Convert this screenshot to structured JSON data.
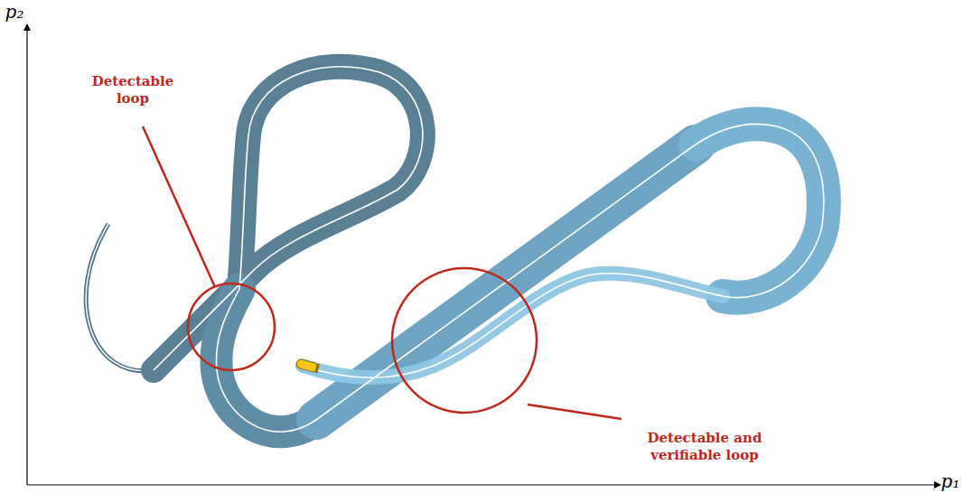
{
  "diagram": {
    "labels": [
      "Detectable loop",
      "Detectable and verifiable loop",
      "p₁",
      "p₂"
    ]
  }
}
